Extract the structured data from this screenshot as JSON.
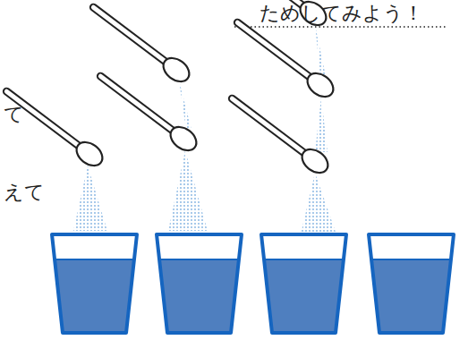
{
  "diagram": {
    "labels": [
      "ためしてみよう！",
      "て",
      "えて"
    ]
  }
}
